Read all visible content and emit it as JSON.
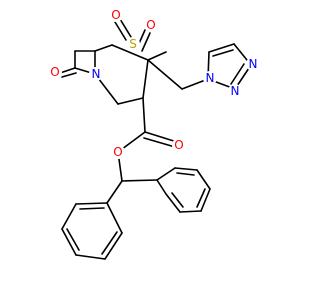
{
  "molecule": {
    "atom_labels": {
      "o_ketone": "O",
      "n_lactam": "N",
      "s_sulfone": "S",
      "o_sulfone_1": "O",
      "o_sulfone_2": "O",
      "n_triazole_1": "N",
      "n_triazole_2": "N",
      "n_triazole_3": "N",
      "o_ester_carbonyl": "O",
      "o_ester": "O"
    },
    "colors": {
      "bond": "#000000",
      "oxygen": "#ff0000",
      "nitrogen": "#0000ff",
      "sulfur": "#b8a200"
    }
  }
}
